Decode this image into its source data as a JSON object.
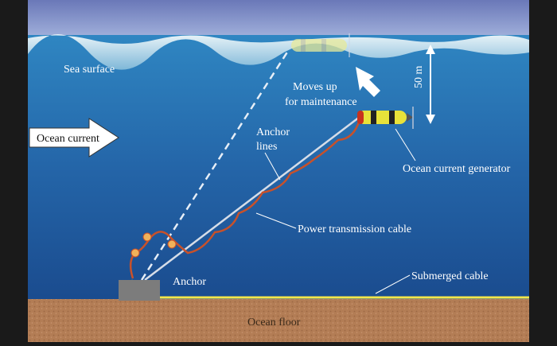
{
  "labels": {
    "sea_surface": "Sea surface",
    "ocean_current": "Ocean current",
    "moves_up_line1": "Moves up",
    "moves_up_line2": "for maintenance",
    "depth": "50 m",
    "anchor_lines_line1": "Anchor",
    "anchor_lines_line2": "lines",
    "generator": "Ocean current generator",
    "power_cable": "Power transmission cable",
    "anchor": "Anchor",
    "submerged_cable": "Submerged cable",
    "ocean_floor": "Ocean floor"
  },
  "colors": {
    "sky": "#7f8fc6",
    "sea_top": "#2a78b8",
    "sea_bottom": "#1c4f92",
    "sea_surface_band": "#cfe4ee",
    "floor": "#b07a52",
    "power_cable": "#c8512a",
    "submerged_cable": "#f2e64a",
    "generator_body": "#e8e23a",
    "generator_band": "#222222",
    "anchor_block": "#7c7c7c",
    "text": "#ffffff",
    "arrow_fill": "#ffffff"
  }
}
